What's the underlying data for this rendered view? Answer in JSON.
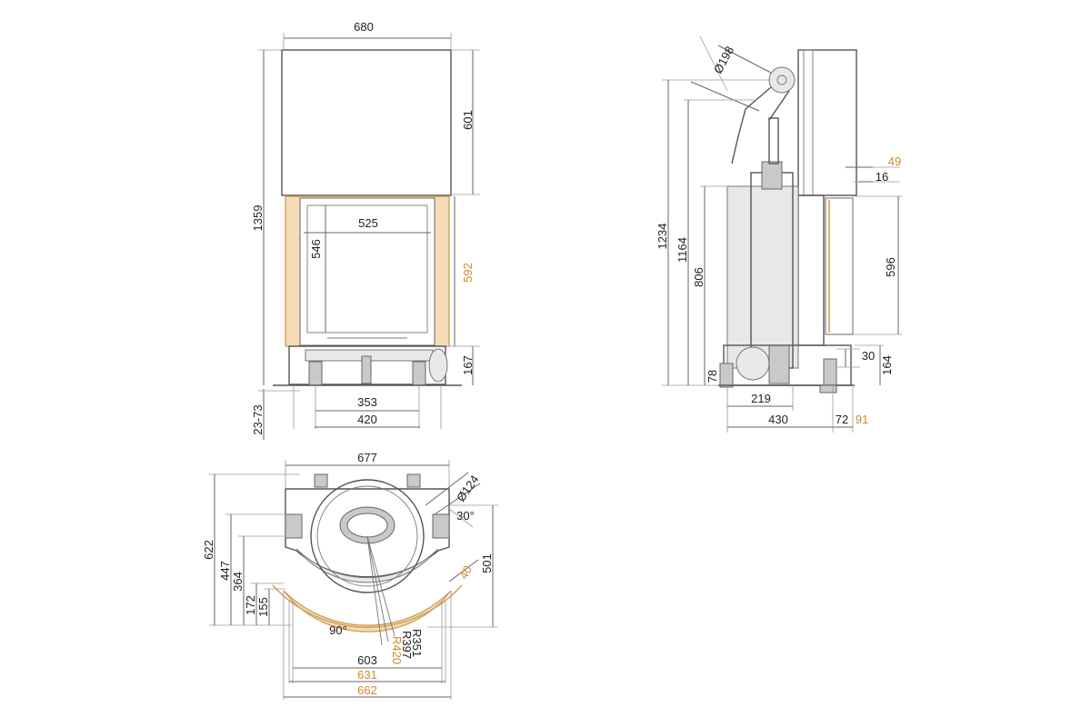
{
  "colors": {
    "standard_dim": "#222222",
    "highlight_dim": "#d08a2a",
    "body": "#555555"
  },
  "front_view": {
    "width_top": "680",
    "height_top": "601",
    "total_height": "1359",
    "glass_width": "525",
    "glass_height": "546",
    "frame_height": "592",
    "base_height": "167",
    "feet_adjust": "23-73",
    "feet_spacing": "353",
    "base_width": "420"
  },
  "side_view": {
    "flue_diameter": "Ø198",
    "height_1234": "1234",
    "height_1164": "1164",
    "height_806": "806",
    "foot_78": "78",
    "dim_49": "49",
    "dim_16": "16",
    "dim_596": "596",
    "dim_30": "30",
    "dim_164": "164",
    "dim_219": "219",
    "dim_430": "430",
    "dim_72": "72",
    "dim_91": "91"
  },
  "top_view": {
    "width_top": "677",
    "duct_diameter": "Ø124",
    "angle_30": "30°",
    "depth_622": "622",
    "depth_447": "447",
    "depth_364": "364",
    "depth_172": "172",
    "depth_155": "155",
    "depth_501": "501",
    "dim_40": "40",
    "angle_90": "90°",
    "r_351": "R351",
    "r_397": "R397",
    "r_420": "R420",
    "width_603": "603",
    "width_631": "631",
    "width_662": "662"
  }
}
